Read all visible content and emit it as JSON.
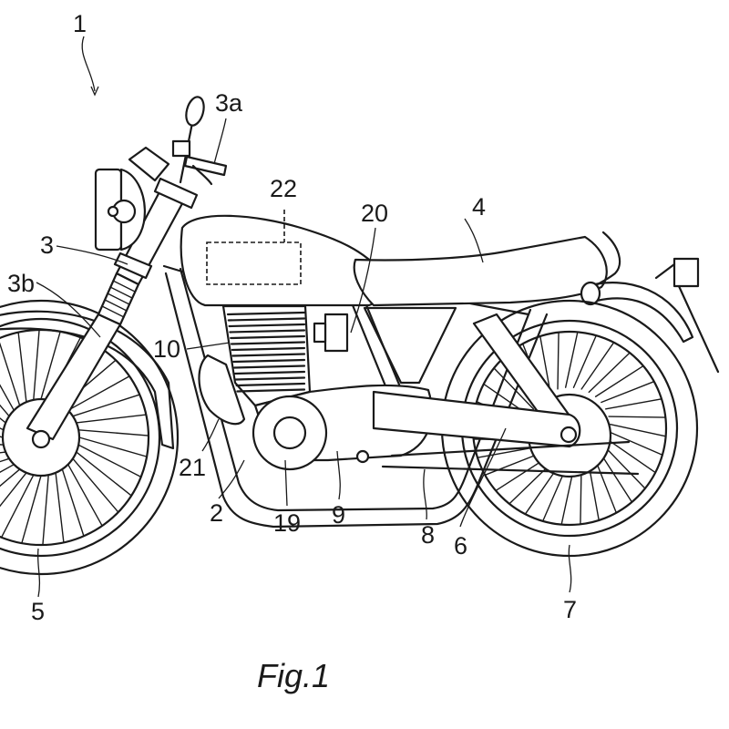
{
  "figure": {
    "caption": "Fig.1",
    "subject": "motorcycle side view (patent drawing)",
    "line_color": "#1a1a1a",
    "background": "#ffffff"
  },
  "labels": {
    "motorcycle": "1",
    "frame": "2",
    "steering": "3",
    "handlebar": "3a",
    "front_fork": "3b",
    "seat": "4",
    "front_wheel": "5",
    "swing_arm": "6",
    "rear_wheel": "7",
    "chain": "8",
    "crankcase": "9",
    "cylinder": "10",
    "generator_cover": "19",
    "component_20": "20",
    "exhaust": "21",
    "control_unit_22": "22"
  }
}
